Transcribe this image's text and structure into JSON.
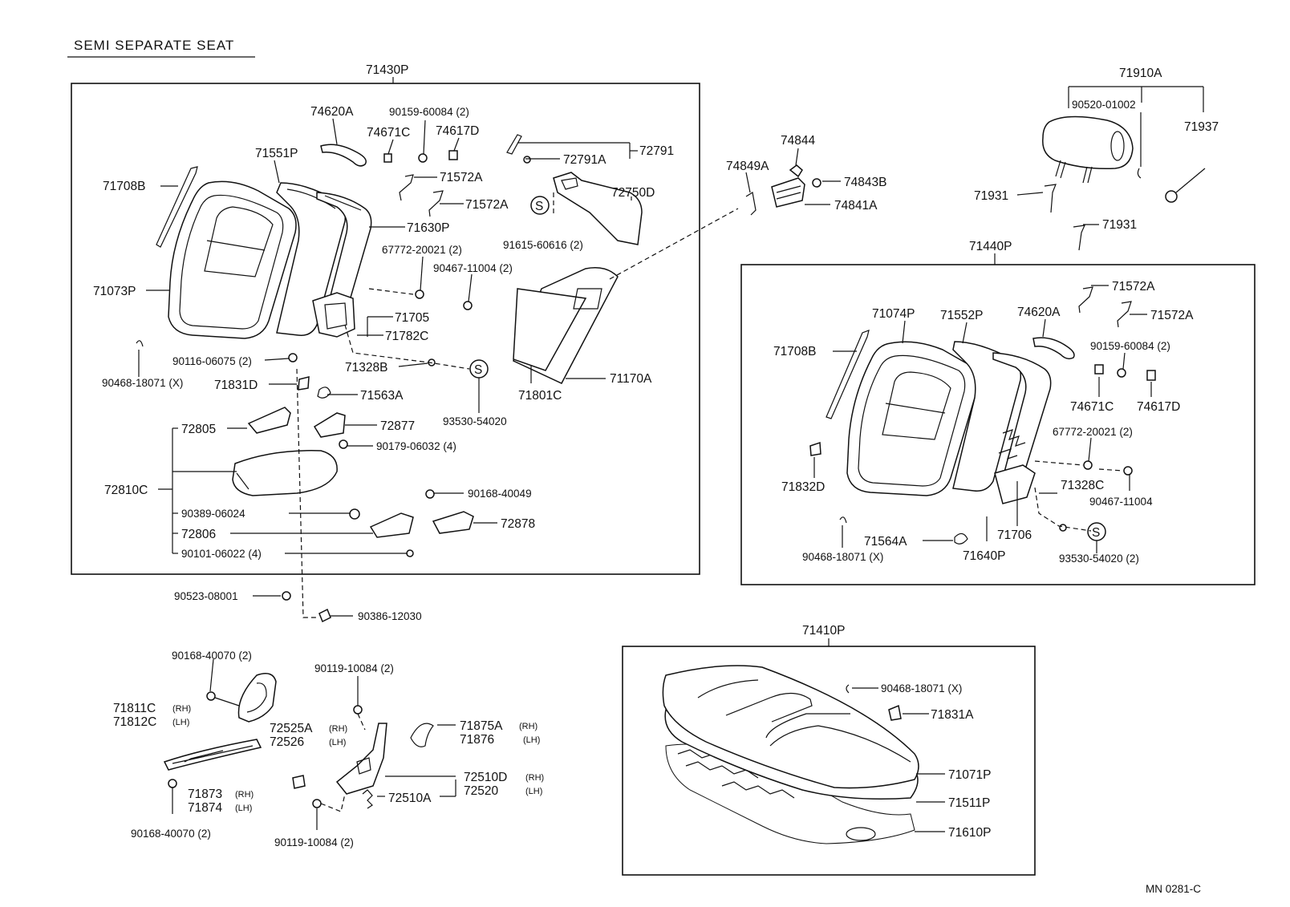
{
  "title": "SEMI SEPARATE SEAT",
  "diagram_code": "MN 0281-C",
  "groups": {
    "g1": "71430P",
    "g2": "71440P",
    "g3": "71410P",
    "g4": "71910A"
  },
  "labels": {
    "l74620A": "74620A",
    "l90159a": "90159-60084 (2)",
    "l74671C": "74671C",
    "l74617D": "74617D",
    "l71551P": "71551P",
    "l71708B": "71708B",
    "l71572A1": "71572A",
    "l71572A2": "71572A",
    "l72791": "72791",
    "l72791A": "72791A",
    "l72750D": "72750D",
    "l91615": "91615-60616 (2)",
    "l71630P": "71630P",
    "l67772a": "67772-20021 (2)",
    "l90467a": "90467-11004 (2)",
    "l71073P": "71073P",
    "l71705": "71705",
    "l71782C": "71782C",
    "l90116": "90116-06075 (2)",
    "l71328B": "71328B",
    "l90468a": "90468-18071 (X)",
    "l71831D": "71831D",
    "l71563A": "71563A",
    "l93530a": "93530-54020",
    "l71801C": "71801C",
    "l71170A": "71170A",
    "l72805": "72805",
    "l72877": "72877",
    "l90179": "90179-06032 (4)",
    "l72810C": "72810C",
    "l90168a": "90168-40049",
    "l90389": "90389-06024",
    "l72806": "72806",
    "l72878": "72878",
    "l90101": "90101-06022 (4)",
    "l90523": "90523-08001",
    "l90386": "90386-12030",
    "l74844": "74844",
    "l74849A": "74849A",
    "l74843B": "74843B",
    "l74841A": "74841A",
    "l90520": "90520-01002",
    "l71937": "71937",
    "l71931a": "71931",
    "l71931b": "71931",
    "l71572A3": "71572A",
    "l71572A4": "71572A",
    "l71074P": "71074P",
    "l71552P": "71552P",
    "l74620A2": "74620A",
    "l71708B2": "71708B",
    "l90159b": "90159-60084 (2)",
    "l74671C2": "74671C",
    "l74617D2": "74617D",
    "l67772b": "67772-20021 (2)",
    "l71832D": "71832D",
    "l71328C": "71328C",
    "l90467b": "90467-11004",
    "l90468b": "90468-18071 (X)",
    "l71564A": "71564A",
    "l71706": "71706",
    "l71640P": "71640P",
    "l93530b": "93530-54020 (2)",
    "l90168b": "90168-40070 (2)",
    "l71811C": "71811C",
    "l71812C": "71812C",
    "l90119a": "90119-10084 (2)",
    "l72525A": "72525A",
    "l72526": "72526",
    "l71875A": "71875A",
    "l71876": "71876",
    "l71873": "71873",
    "l71874": "71874",
    "l72510D": "72510D",
    "l72520": "72520",
    "l72510A": "72510A",
    "l90168c": "90168-40070 (2)",
    "l90119b": "90119-10084 (2)",
    "l90468c": "90468-18071 (X)",
    "l71831A": "71831A",
    "l71071P": "71071P",
    "l71511P": "71511P",
    "l71610P": "71610P"
  },
  "sides": {
    "rh1": "(RH)",
    "lh1": "(LH)",
    "rh2": "(RH)",
    "lh2": "(LH)",
    "rh3": "(RH)",
    "lh3": "(LH)",
    "rh4": "(RH)",
    "lh4": "(LH)",
    "rh5": "(RH)",
    "lh5": "(LH)"
  },
  "symbols": {
    "s1": "S",
    "s2": "S",
    "s3": "S"
  }
}
